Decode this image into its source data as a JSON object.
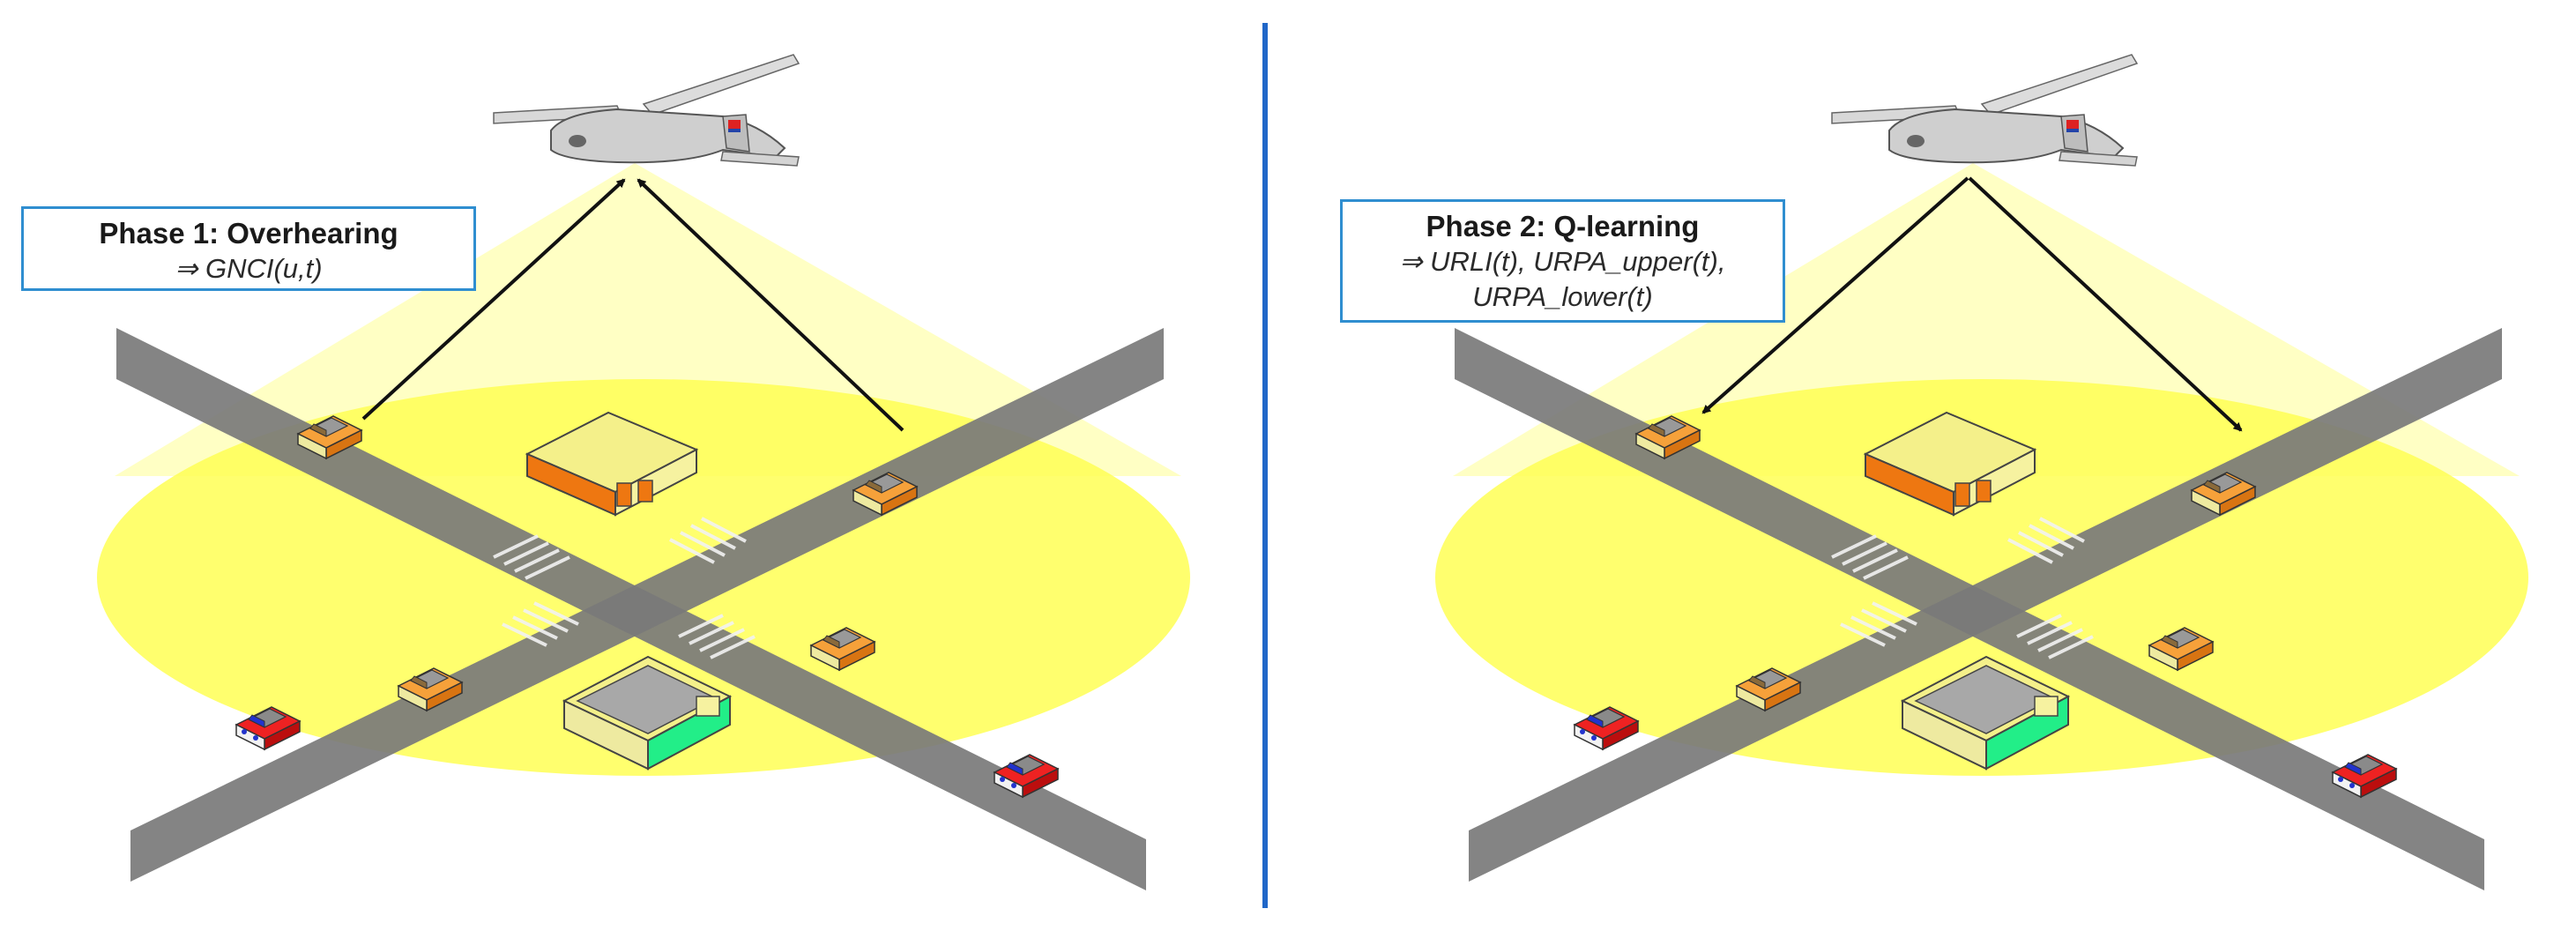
{
  "phase1": {
    "title": "Phase 1: Overhearing",
    "output": "⇒ GNCI(u,t)"
  },
  "phase2": {
    "title": "Phase 2: Q-learning",
    "output_line1": "⇒ URLI(t), URPA_upper(t),",
    "output_line2": "URPA_lower(t)"
  },
  "colors": {
    "coverage": "#ffff4a",
    "beam": "#ffffa8",
    "road": "#808080",
    "divider": "#1f66c8",
    "box_border": "#2f8ed0",
    "orange_car": "#f08a1e",
    "red_car": "#e01010",
    "building_roof": "#f4f08a",
    "building_accent_orange": "#ee7711",
    "building_accent_green": "#22ee88"
  },
  "icons": [
    "uav-icon",
    "car-icon",
    "building-icon",
    "arrow-icon"
  ]
}
